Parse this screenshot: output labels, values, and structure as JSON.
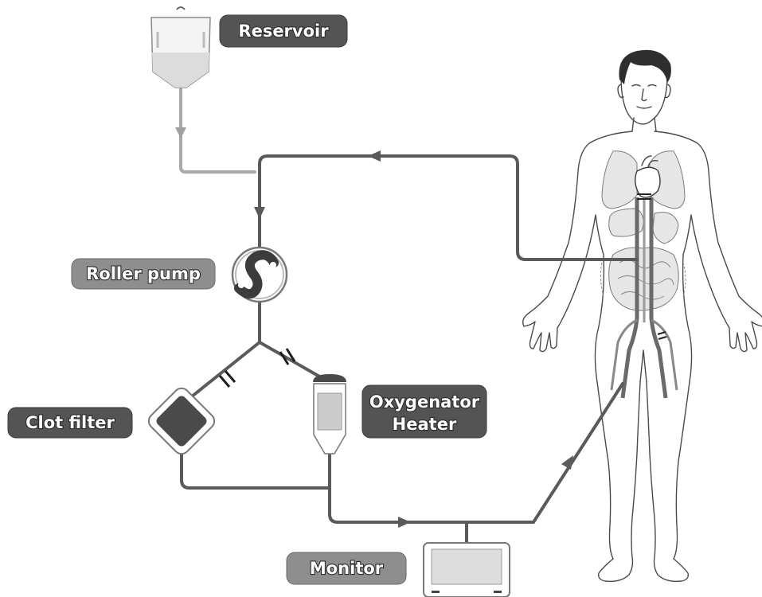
{
  "labels": {
    "reservoir": "Reservoir",
    "roller_pump": "Roller pump",
    "clot_filter": "Clot filter",
    "oxygenator_line1": "Oxygenator",
    "oxygenator_line2": "Heater",
    "monitor": "Monitor"
  },
  "colors": {
    "pill_dark": "#545454",
    "pill_light": "#8e8e8e",
    "circuit_line": "#5a5a5a",
    "reservoir_line": "#a8a8a8",
    "background": "#ffffff"
  },
  "icons": [
    "reservoir-bag-icon",
    "roller-pump-icon",
    "clot-filter-icon",
    "oxygenator-icon",
    "monitor-icon",
    "human-body-icon"
  ]
}
